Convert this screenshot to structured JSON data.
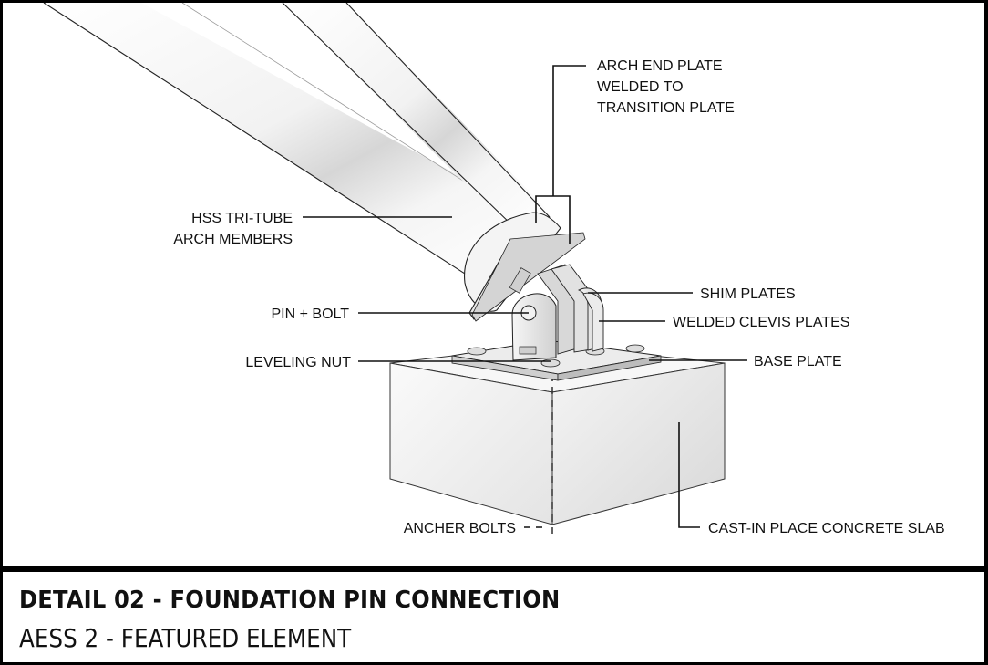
{
  "drawing": {
    "callouts": {
      "arch_end_plate": [
        "ARCH END PLATE",
        "WELDED TO",
        "TRANSITION PLATE"
      ],
      "hss_tri_tube": [
        "HSS TRI-TUBE",
        "ARCH MEMBERS"
      ],
      "pin_bolt": "PIN + BOLT",
      "leveling_nut": "LEVELING NUT",
      "shim_plates": "SHIM PLATES",
      "welded_clevis": "WELDED CLEVIS PLATES",
      "base_plate": "BASE PLATE",
      "ancher_bolts": "ANCHER BOLTS",
      "concrete_slab": "CAST-IN PLACE CONCRETE SLAB"
    }
  },
  "title_block": {
    "title": "DETAIL 02 - FOUNDATION PIN CONNECTION",
    "subtitle": "AESS 2 - FEATURED ELEMENT"
  }
}
